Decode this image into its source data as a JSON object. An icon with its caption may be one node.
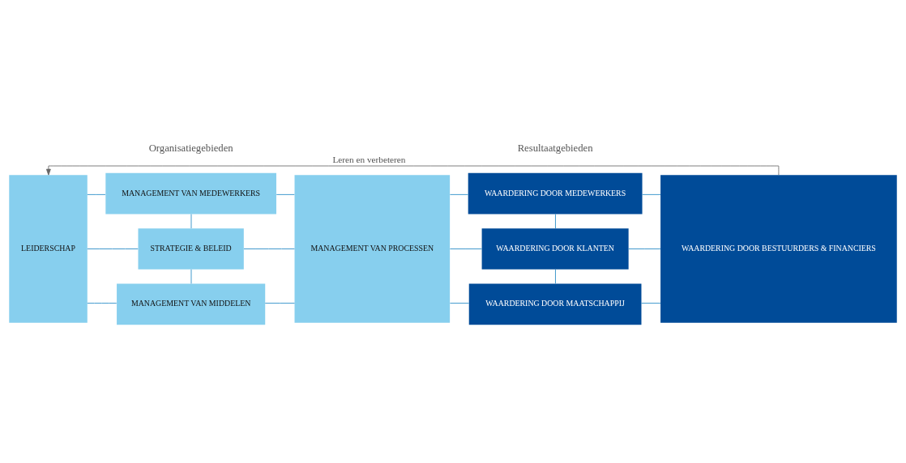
{
  "diagram": {
    "nodes": [
      {
        "text": [
          "LEIDERSCHAP"
        ]
      },
      {
        "text": [
          "MANAGEMENT VAN MEDEWERKERS"
        ]
      },
      {
        "text": [
          "STRATEGIE & BELEID"
        ]
      },
      {
        "text": [
          "MANAGEMENT VAN MIDDELEN"
        ]
      },
      {
        "text": [
          "MANAGEMENT VAN PROCESSEN"
        ]
      },
      {
        "text": [
          "WAARDERING DOOR MEDEWERKERS"
        ]
      },
      {
        "text": [
          "WAARDERING DOOR KLANTEN"
        ]
      },
      {
        "text": [
          "WAARDERING DOOR MAATSCHAPPIJ"
        ]
      },
      {
        "text": [
          "WAARDERING DOOR BESTUURDERS & FINANCIERS"
        ]
      }
    ],
    "edges": [
      {
        "from": 0,
        "to": 1,
        "arrow": "none"
      },
      {
        "from": 0,
        "to": 2,
        "arrow": "none"
      },
      {
        "from": 0,
        "to": 3,
        "arrow": "none"
      },
      {
        "from": 1,
        "to": 2,
        "arrow": "none"
      },
      {
        "from": 2,
        "to": 3,
        "arrow": "none"
      },
      {
        "from": 1,
        "to": 4,
        "arrow": "none"
      },
      {
        "from": 2,
        "to": 4,
        "arrow": "none"
      },
      {
        "from": 3,
        "to": 4,
        "arrow": "none"
      },
      {
        "from": 4,
        "to": 5,
        "arrow": "none"
      },
      {
        "from": 4,
        "to": 6,
        "arrow": "none"
      },
      {
        "from": 4,
        "to": 7,
        "arrow": "none"
      },
      {
        "from": 5,
        "to": 6,
        "arrow": "none"
      },
      {
        "from": 6,
        "to": 7,
        "arrow": "none"
      },
      {
        "from": 5,
        "to": 8,
        "arrow": "none"
      },
      {
        "from": 6,
        "to": 8,
        "arrow": "none"
      },
      {
        "from": 7,
        "to": 8,
        "arrow": "none"
      },
      {
        "from": 8,
        "to": 0,
        "arrow": "to",
        "label": "Leren en verbeteren",
        "color": "#666666"
      }
    ],
    "labels": [
      "Organisatiegebieden",
      "Resultaatgebieden"
    ]
  }
}
